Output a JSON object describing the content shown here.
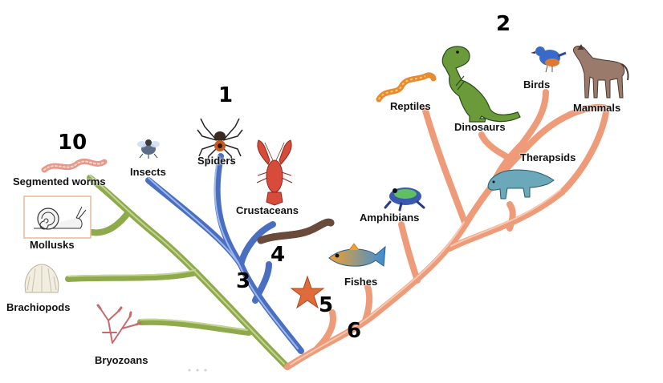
{
  "diagram": {
    "taxa": {
      "segmented_worms": "Segmented worms",
      "mollusks": "Mollusks",
      "brachiopods": "Brachiopods",
      "bryozoans": "Bryozoans",
      "insects": "Insects",
      "spiders": "Spiders",
      "crustaceans": "Crustaceans",
      "amphibians": "Amphibians",
      "fishes": "Fishes",
      "reptiles": "Reptiles",
      "dinosaurs": "Dinosaurs",
      "birds": "Birds",
      "mammals": "Mammals",
      "therapsids": "Therapsids"
    },
    "numbers": {
      "n10": "10",
      "n1": "1",
      "n2": "2",
      "n3": "3",
      "n4": "4",
      "n5": "5",
      "n6": "6"
    },
    "colors": {
      "lophotrochozoa_branch": "#8faa4a",
      "arthropod_branch": "#4a6fc0",
      "deuterostome_branch": "#ee9b79"
    }
  }
}
